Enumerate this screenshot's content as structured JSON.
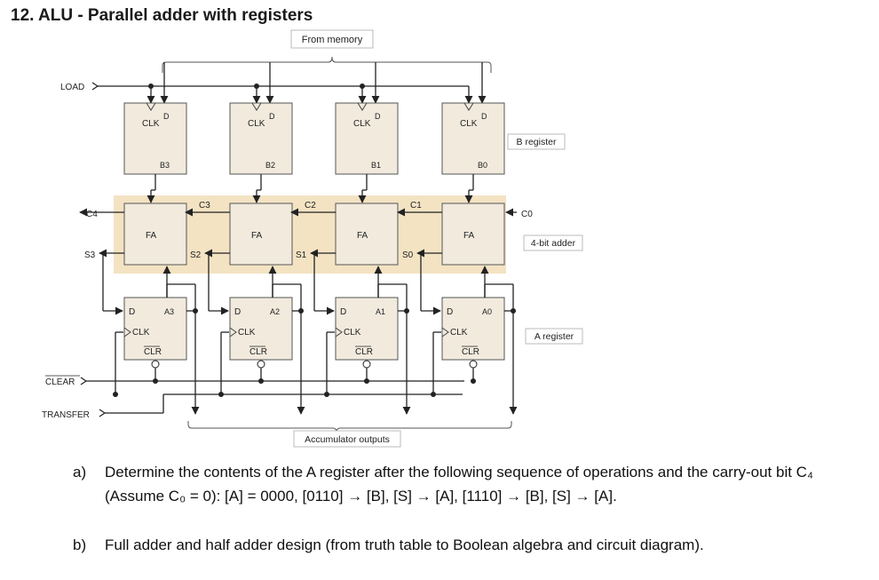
{
  "title": "12. ALU - Parallel adder with registers",
  "diagram": {
    "from_memory": "From memory",
    "accumulator_outputs": "Accumulator outputs",
    "b_register_label": "B register",
    "adder_label": "4-bit adder",
    "a_register_label": "A register",
    "load": "LOAD",
    "clear": "CLEAR",
    "transfer": "TRANSFER",
    "clk": "CLK",
    "d": "D",
    "fa": "FA",
    "clr": "CLR",
    "b_outputs": [
      "B3",
      "B2",
      "B1",
      "B0"
    ],
    "a_outputs": [
      "A3",
      "A2",
      "A1",
      "A0"
    ],
    "carries": [
      "C4",
      "C3",
      "C2",
      "C1",
      "C0"
    ],
    "sums": [
      "S3",
      "S2",
      "S1",
      "S0"
    ]
  },
  "questions": {
    "a_label": "a)",
    "a_text": "Determine the contents of the A register after the following sequence of operations and the carry-out bit C₄ (Assume C₀ = 0): [A] = 0000, [0110] → [B], [S] → [A], [1110] → [B], [S] → [A].",
    "b_label": "b)",
    "b_text": "Full adder and half adder design (from truth table to Boolean algebra and circuit diagram)."
  }
}
